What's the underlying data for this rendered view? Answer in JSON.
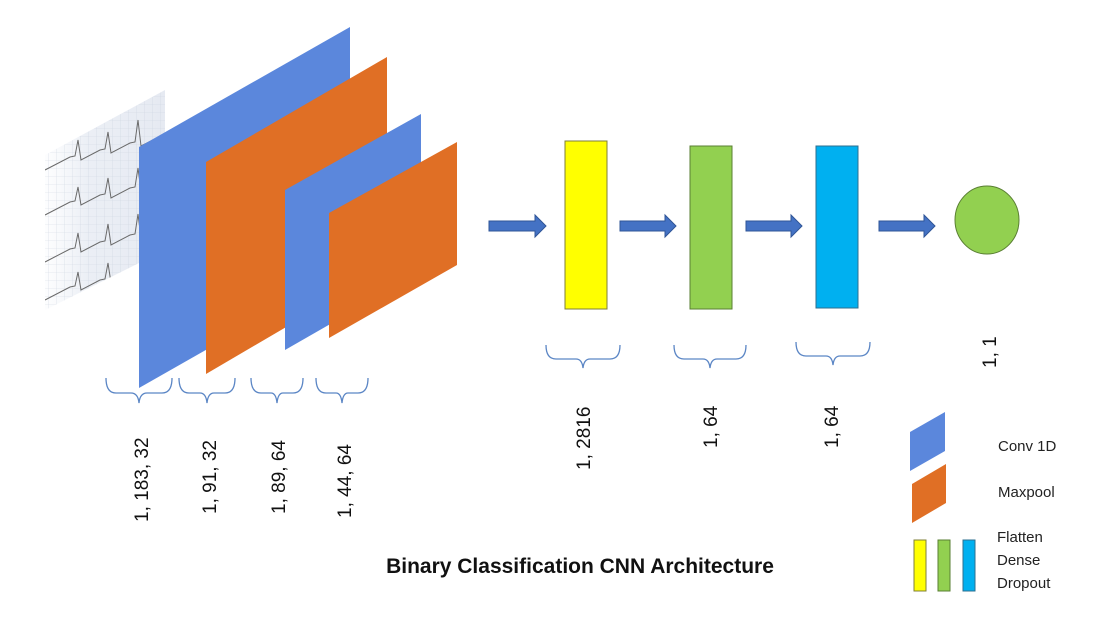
{
  "title": "Binary Classification CNN Architecture",
  "colors": {
    "conv": "#5b87dc",
    "maxpool": "#e06f25",
    "flatten": "#ffff00",
    "dense": "#92d050",
    "dropout": "#00b0f0",
    "output": "#92d050",
    "arrow": "#4472c4",
    "brace": "#5b86c5"
  },
  "feature_maps": [
    {
      "type": "Conv 1D",
      "shape": "1, 183, 32"
    },
    {
      "type": "Maxpool",
      "shape": "1, 91, 32"
    },
    {
      "type": "Conv 1D",
      "shape": "1, 89, 64"
    },
    {
      "type": "Maxpool",
      "shape": "1, 44, 64"
    }
  ],
  "dense_layers": [
    {
      "type": "Flatten",
      "shape": "1, 2816"
    },
    {
      "type": "Dense",
      "shape": "1, 64"
    },
    {
      "type": "Dropout",
      "shape": "1, 64"
    }
  ],
  "output_layer": {
    "shape": "1, 1"
  },
  "legend": {
    "conv": "Conv 1D",
    "maxpool": "Maxpool",
    "flatten": "Flatten",
    "dense": "Dense",
    "dropout": "Dropout"
  }
}
